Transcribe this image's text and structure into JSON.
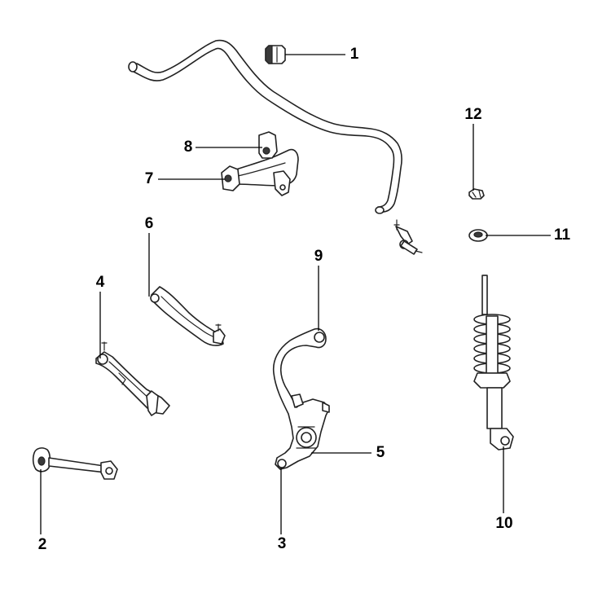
{
  "callouts": {
    "c1": "1",
    "c2": "2",
    "c3": "3",
    "c4": "4",
    "c5": "5",
    "c6": "6",
    "c7": "7",
    "c8": "8",
    "c9": "9",
    "c10": "10",
    "c11": "11",
    "c12": "12"
  },
  "colors": {
    "line": "#222222",
    "fill": "#ffffff",
    "background": "#ffffff"
  }
}
